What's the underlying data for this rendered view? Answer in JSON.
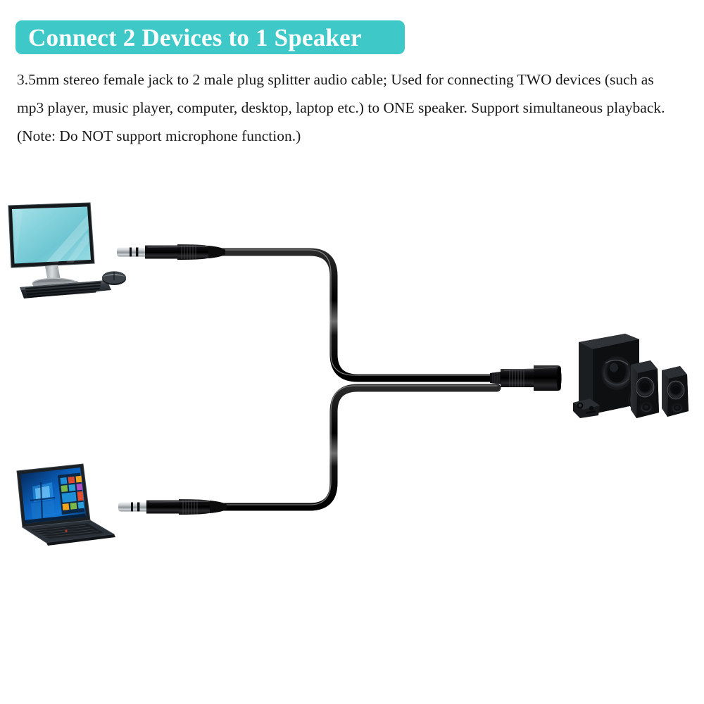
{
  "header": {
    "title": "Connect 2 Devices to 1 Speaker",
    "banner_color": "#3fc8c8",
    "text_color": "#ffffff"
  },
  "description": {
    "lines": [
      "3.5mm stereo female jack to 2 male plug splitter audio cable; Used for connecting TWO devices (such as",
      "mp3 player, music player, computer, desktop, laptop etc.) to ONE speaker. Support simultaneous playback.",
      "(Note: Do NOT support microphone function.)"
    ],
    "full_text": "3.5mm stereo female jack to 2 male plug splitter audio cable; Used for connecting TWO devices (such as mp3 player, music player, computer, desktop, laptop etc.) to ONE speaker. Support simultaneous playback. (Note: Do NOT support microphone function.)",
    "text_color": "#191919"
  },
  "illustration": {
    "background_color": "#ffffff",
    "devices": [
      {
        "id": "desktop-computer",
        "label": "Desktop computer with monitor, keyboard and mouse",
        "screen_color": "#8fd6de",
        "bezel_color": "#1e2426",
        "position": "top-left"
      },
      {
        "id": "laptop-computer",
        "label": "Laptop computer showing Windows desktop",
        "screen_color": "#0a5bb5",
        "bezel_color": "#20262b",
        "position": "bottom-left"
      },
      {
        "id": "speaker-system",
        "label": "2.1 speaker system with subwoofer and two satellite speakers",
        "body_color": "#141414",
        "position": "middle-right"
      }
    ],
    "cable": {
      "label": "3.5mm splitter audio cable",
      "color": "#0b0b0b",
      "highlight_color": "#8d8d8d",
      "connectors": [
        {
          "id": "plug-top",
          "type": "3.5mm male plug",
          "tip_color": "#cfd3d6",
          "body_color": "#18181a"
        },
        {
          "id": "plug-bottom",
          "type": "3.5mm male plug",
          "tip_color": "#cfd3d6",
          "body_color": "#18181a"
        },
        {
          "id": "jack-female",
          "type": "3.5mm stereo female jack",
          "body_color": "#151516"
        }
      ]
    }
  }
}
